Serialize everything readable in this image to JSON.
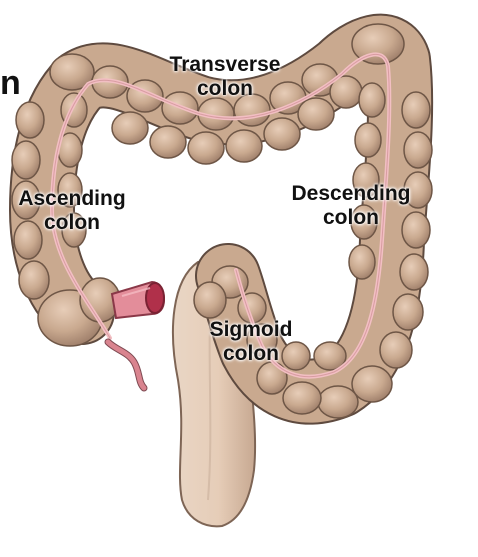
{
  "title_fragment": "n",
  "labels": {
    "transverse": {
      "line1": "Transverse",
      "line2": "colon"
    },
    "ascending": {
      "line1": "Ascending",
      "line2": "colon"
    },
    "descending": {
      "line1": "Descending",
      "line2": "colon"
    },
    "sigmoid": {
      "line1": "Sigmoid",
      "line2": "colon"
    }
  },
  "colors": {
    "colon_fill": "#C9A98F",
    "colon_shade": "#8F705E",
    "colon_outline": "#5E4A3F",
    "taenia_band": "#F2BFC3",
    "appendix": "#D9848F",
    "ileum_fill": "#E38D9A",
    "ileum_lumen": "#B0304A",
    "rectum_fill": "#E6CDB8"
  }
}
